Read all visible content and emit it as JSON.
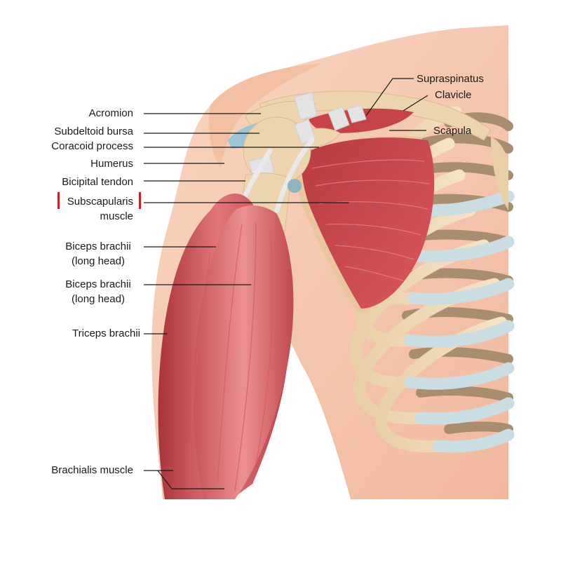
{
  "labels": {
    "acromion": "Acromion",
    "subdeltoid_bursa": "Subdeltoid bursa",
    "coracoid_process": "Coracoid process",
    "humerus": "Humerus",
    "bicipital_tendon": "Bicipital tendon",
    "subscapularis_line1": "Subscapularis",
    "subscapularis_line2": "muscle",
    "biceps_long_1_line1": "Biceps brachii",
    "biceps_long_1_line2": "(long head)",
    "biceps_long_2_line1": "Biceps brachii",
    "biceps_long_2_line2": "(long head)",
    "triceps": "Triceps brachii",
    "brachialis": "Brachialis muscle",
    "supraspinatus": "Supraspinatus",
    "clavicle": "Clavicle",
    "scapula": "Scapula"
  },
  "colors": {
    "skin": "#f6c9b0",
    "muscle": "#c94a4f",
    "bone": "#ecd4ae",
    "rib_back": "#a88d6e",
    "cartilage": "#c9dde3",
    "highlight_marker": "#cc1f1f"
  }
}
